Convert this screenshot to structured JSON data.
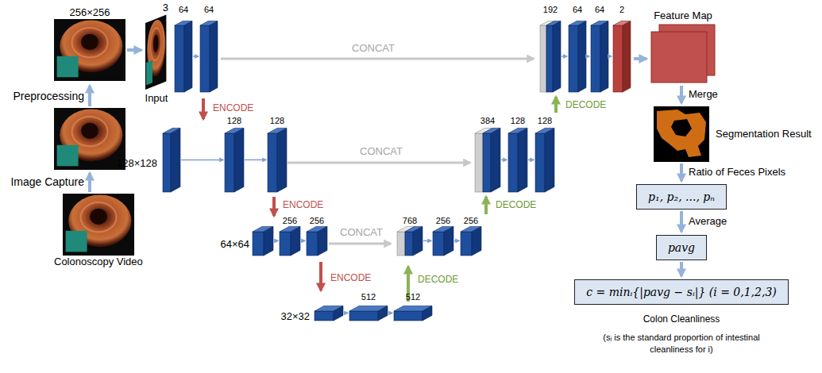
{
  "diagram": {
    "nodes": [
      {
        "text": [
          "256×256"
        ]
      },
      {
        "text": [
          "Colonoscopy Video"
        ]
      },
      {
        "text": [
          "3",
          "Input"
        ]
      },
      {
        "text": [
          "Feature Map"
        ]
      },
      {
        "text": [
          "Segmentation Result"
        ]
      },
      {
        "text": [
          "p₁, p₂, ..., pₙ"
        ]
      },
      {
        "text": [
          "pavg"
        ]
      },
      {
        "text": [
          "c = minᵢ{|pavg − sᵢ|} (i = 0,1,2,3)"
        ]
      }
    ],
    "edges": [
      {
        "from": 0,
        "to": 2,
        "arrow": "to"
      },
      {
        "from": 3,
        "to": 4,
        "label": "Merge",
        "arrow": "to"
      },
      {
        "from": 4,
        "to": 5,
        "label": "Ratio of Feces Pixels",
        "arrow": "to"
      },
      {
        "from": 5,
        "to": 6,
        "label": "Average",
        "arrow": "to"
      },
      {
        "from": 6,
        "to": 7,
        "arrow": "to"
      }
    ],
    "labels": [
      "Image Capture",
      "Preprocessing",
      "64",
      "64",
      "128×128",
      "128",
      "128",
      "64×64",
      "256",
      "256",
      "32×32",
      "512",
      "512",
      "768",
      "256",
      "256",
      "384",
      "128",
      "128",
      "192",
      "64",
      "64",
      "2",
      "CONCAT",
      "CONCAT",
      "CONCAT",
      "ENCODE",
      "ENCODE",
      "ENCODE",
      "DECODE",
      "DECODE",
      "DECODE",
      "Colon Cleanliness",
      "(sᵢ is the standard proportion of intestinal cleanliness for i)"
    ]
  }
}
